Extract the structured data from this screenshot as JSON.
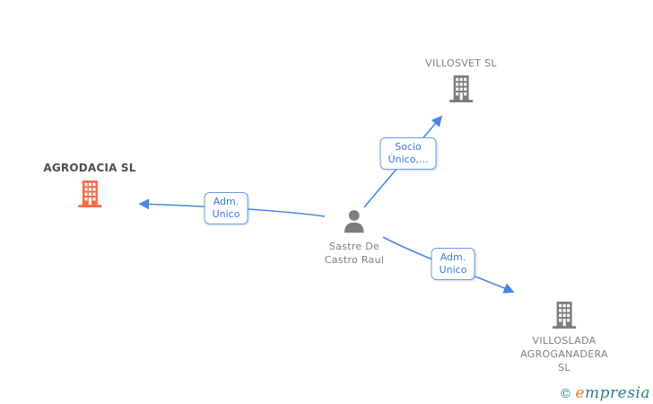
{
  "diagram": {
    "nodes": {
      "agrodacia": {
        "label": "AGRODACIA SL",
        "type": "company",
        "highlighted": true
      },
      "villosvet": {
        "label": "VILLOSVET SL",
        "type": "company",
        "highlighted": false
      },
      "villoslada": {
        "label": "VILLOSLADA AGROGANADERA SL",
        "line1": "VILLOSLADA",
        "line2": "AGROGANADERA",
        "line3": "SL",
        "type": "company",
        "highlighted": false
      },
      "person": {
        "label": "Sastre De Castro Raul",
        "line1": "Sastre De",
        "line2": "Castro Raul",
        "type": "person"
      }
    },
    "edges": [
      {
        "from": "Sastre De Castro Raul",
        "to": "AGRODACIA SL",
        "label": "Adm. Unico"
      },
      {
        "from": "Sastre De Castro Raul",
        "to": "VILLOSVET SL",
        "label": "Socio Único,..."
      },
      {
        "from": "Sastre De Castro Raul",
        "to": "VILLOSLADA AGROGANADERA SL",
        "label": "Adm. Unico"
      }
    ],
    "edge_labels": {
      "adm_unico_1": {
        "line1": "Adm.",
        "line2": "Unico"
      },
      "socio_unico": {
        "line1": "Socio",
        "line2": "Único,..."
      },
      "adm_unico_2": {
        "line1": "Adm.",
        "line2": "Unico"
      }
    }
  },
  "colors": {
    "edge_blue": "#4a86e8",
    "edge_label_text": "#3f78dc",
    "edge_label_border": "#6b9ae8",
    "highlight_orange": "#f96b43",
    "entity_gray": "#7d7d7d",
    "highlight_title": "#4f4f4f",
    "node_label_gray": "#7f7f7f",
    "watermark_teal": "#2a7f8e",
    "watermark_orange": "#ef7d23"
  },
  "watermark": {
    "copyright": "©",
    "brand_initial": "e",
    "brand_rest": "mpresia"
  }
}
